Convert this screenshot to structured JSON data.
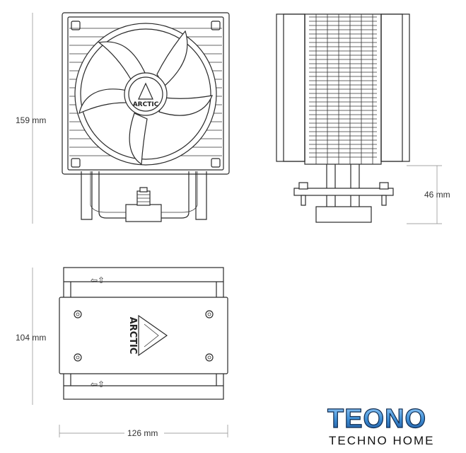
{
  "dimensions": {
    "height": "159 mm",
    "base_height": "46 mm",
    "depth": "104 mm",
    "width": "126 mm"
  },
  "brand": {
    "name": "ARCTIC"
  },
  "watermark": {
    "title": "TEONO",
    "subtitle": "TECHNO HOME"
  },
  "colors": {
    "line": "#2a2a2a",
    "dimension": "#888888",
    "logo_blue": "#3f8fd6"
  }
}
